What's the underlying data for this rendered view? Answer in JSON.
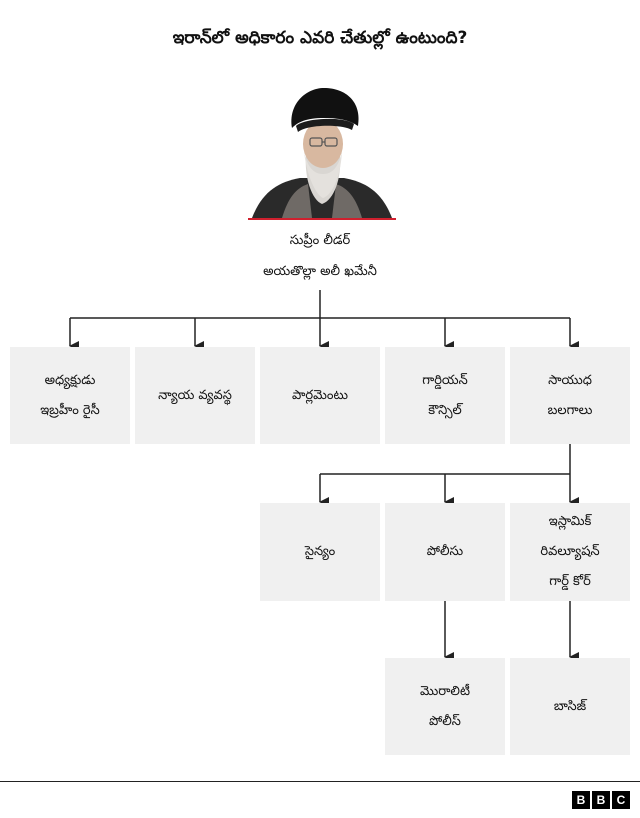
{
  "title": "ఇరాన్‌లో అధికారం ఎవరి చేతుల్లో ఉంటుంది?",
  "leader": {
    "role": "సుప్రీం లీడర్",
    "name": "అయతొల్లా అలీ ఖమేనీ"
  },
  "level1": [
    {
      "line1": "అధ్యక్షుడు",
      "line2": "ఇబ్రహీం రైసీ"
    },
    {
      "line1": "న్యాయ వ్యవస్థ",
      "line2": ""
    },
    {
      "line1": "పార్లమెంటు",
      "line2": ""
    },
    {
      "line1": "గార్డియన్",
      "line2": "కౌన్సిల్"
    },
    {
      "line1": "సాయుధ",
      "line2": "బలగాలు"
    }
  ],
  "level2": [
    {
      "line1": "సైన్యం",
      "line2": "",
      "line3": ""
    },
    {
      "line1": "పోలీసు",
      "line2": "",
      "line3": ""
    },
    {
      "line1": "ఇస్లామిక్",
      "line2": "రివల్యూషన్",
      "line3": "గార్డ్ కోర్"
    }
  ],
  "level3": [
    {
      "line1": "మొరాలిటీ",
      "line2": "పోలీస్"
    },
    {
      "line1": "బాసిజ్",
      "line2": ""
    }
  ],
  "brand": {
    "letters": [
      "B",
      "B",
      "C"
    ]
  },
  "colors": {
    "box": "#f0f0f0",
    "line": "#222222",
    "accent_underline": "#d0202e"
  }
}
